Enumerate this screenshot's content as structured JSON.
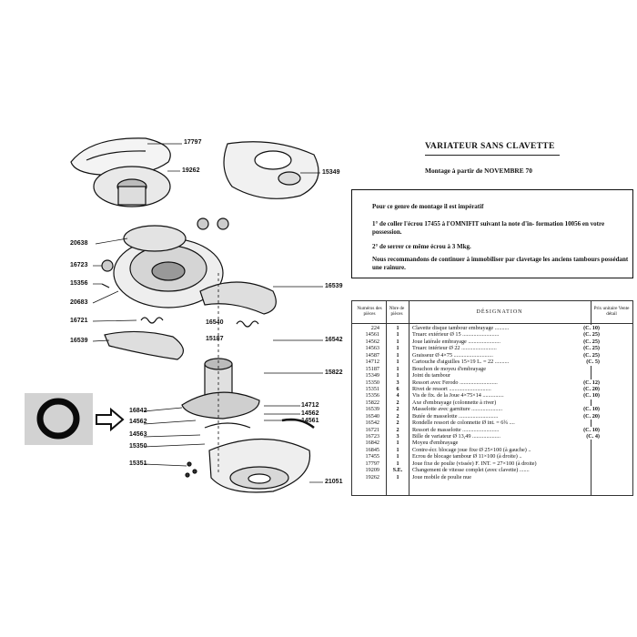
{
  "header": {
    "title": "VARIATEUR SANS CLAVETTE",
    "subtitle": "Montage à partir de NOVEMBRE 70"
  },
  "notice": {
    "head": "Pour ce genre de montage il est impératif",
    "item1": "1° de coller l'écrou 17455 à l'OMNIFIT suivant la note d'in- formation 10056 en votre possession.",
    "item2": "2° de serrer ce même écrou à 3 Mkg.",
    "item3": "Nous recommandons de continuer à immobiliser par clavetage les anciens tambours possédant une rainure."
  },
  "diagram": {
    "callouts": [
      "17797",
      "19262",
      "15349",
      "20638",
      "16723",
      "15356",
      "20683",
      "16721",
      "16539",
      "16540",
      "15187",
      "16539",
      "16542",
      "15822",
      "16842",
      "14562",
      "14563",
      "15350",
      "15351",
      "14712",
      "14562",
      "14561",
      "21051"
    ]
  },
  "table": {
    "headers": {
      "numero": "Numéros des pièces",
      "nombre": "Nbre de pièces",
      "designation": "DÉSIGNATION",
      "prix": "Prix unitaire Vente détail"
    },
    "rows": [
      {
        "num": "224",
        "qty": "1",
        "des": "Clavette disque tambour embrayage ..........",
        "ref": "(C. 10)"
      },
      {
        "num": "14561",
        "qty": "1",
        "des": "Truarc extérieur Ø 15 ..........................",
        "ref": "(C. 25)"
      },
      {
        "num": "14562",
        "qty": "1",
        "des": "Joue latérale embrayage .......................",
        "ref": "(C. 25)"
      },
      {
        "num": "14563",
        "qty": "1",
        "des": "Truarc intérieur Ø 22 .........................",
        "ref": "(C. 25)"
      },
      {
        "num": "14587",
        "qty": "1",
        "des": "Graisseur Ø 4×75 ............................",
        "ref": "(C. 25)"
      },
      {
        "num": "14712",
        "qty": "1",
        "des": "Cartouche d'aiguilles 15×19 L. = 22 ..........",
        "ref": "(C. 5)"
      },
      {
        "num": "15187",
        "qty": "1",
        "des": "Bouchon de moyeu d'embrayage",
        "ref": ""
      },
      {
        "num": "15349",
        "qty": "1",
        "des": "Joint du tambour",
        "ref": ""
      },
      {
        "num": "15350",
        "qty": "3",
        "des": "Ressort avec Ferodo ...........................",
        "ref": "(C. 12)"
      },
      {
        "num": "15351",
        "qty": "6",
        "des": "Rivet de ressort ..............................",
        "ref": "(C. 20)"
      },
      {
        "num": "15356",
        "qty": "4",
        "des": "Vis de fix. de la Joue 4×75×14 ...............",
        "ref": "(C. 10)"
      },
      {
        "num": "15822",
        "qty": "2",
        "des": "Axe d'embrayage (colonnette à river)",
        "ref": ""
      },
      {
        "num": "16539",
        "qty": "2",
        "des": "Masselotte avec garniture ......................",
        "ref": "(C. 10)"
      },
      {
        "num": "16540",
        "qty": "2",
        "des": "Butée de masselotte ............................",
        "ref": "(C. 20)"
      },
      {
        "num": "16542",
        "qty": "2",
        "des": "Rondelle ressort de colonnette Ø int. = 6¾ ....",
        "ref": ""
      },
      {
        "num": "16721",
        "qty": "2",
        "des": "Ressort de masselotte ..........................",
        "ref": "(C. 10)"
      },
      {
        "num": "16723",
        "qty": "3",
        "des": "Bille de variateur Ø 13,49 ....................",
        "ref": "(C. 4)"
      },
      {
        "num": "16842",
        "qty": "1",
        "des": "Moyeu d'embrayage",
        "ref": ""
      },
      {
        "num": "16845",
        "qty": "1",
        "des": "Contre-écr. blocage joue fixe Ø 25×100 (à gauche) ..",
        "ref": ""
      },
      {
        "num": "17455",
        "qty": "1",
        "des": "Ecrou de blocage tambour Ø 11×100 (à droite) ..",
        "ref": ""
      },
      {
        "num": "17797",
        "qty": "1",
        "des": "Joue fixe de poulie (vissée) F. INT. = 27×100 (à droite)",
        "ref": ""
      },
      {
        "num": "19209",
        "qty": "S.E.",
        "des": "Changement de vitesse complet (avec clavette) .......",
        "ref": ""
      },
      {
        "num": "19262",
        "qty": "1",
        "des": "Joue mobile de poulie nue",
        "ref": ""
      }
    ]
  },
  "colors": {
    "ink": "#111111",
    "paper": "#ffffff",
    "thumbnail_bg": "#d2d2d2"
  }
}
